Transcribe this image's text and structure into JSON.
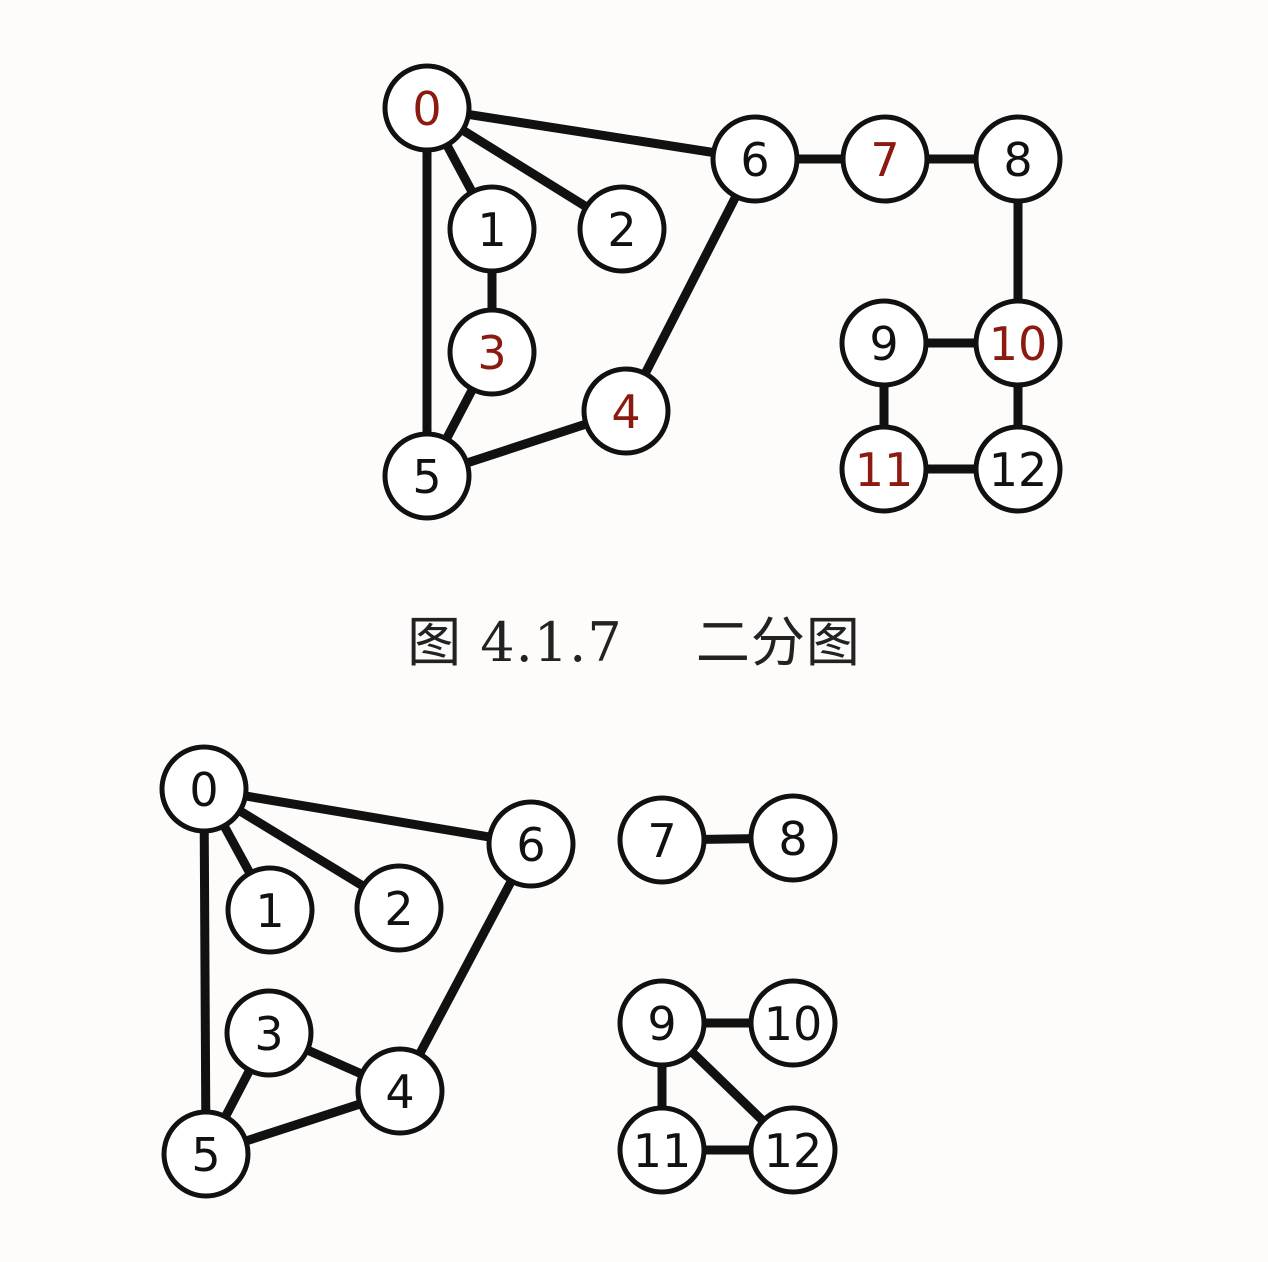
{
  "figures": [
    {
      "id": "bipartite",
      "nodes": [
        {
          "id": 0,
          "label": "0",
          "color": "#8b1a10"
        },
        {
          "id": 1,
          "label": "1",
          "color": "#111111"
        },
        {
          "id": 2,
          "label": "2",
          "color": "#111111"
        },
        {
          "id": 3,
          "label": "3",
          "color": "#8b1a10"
        },
        {
          "id": 4,
          "label": "4",
          "color": "#8b1a10"
        },
        {
          "id": 5,
          "label": "5",
          "color": "#111111"
        },
        {
          "id": 6,
          "label": "6",
          "color": "#111111"
        },
        {
          "id": 7,
          "label": "7",
          "color": "#8b1a10"
        },
        {
          "id": 8,
          "label": "8",
          "color": "#111111"
        },
        {
          "id": 9,
          "label": "9",
          "color": "#111111"
        },
        {
          "id": 10,
          "label": "10",
          "color": "#8b1a10"
        },
        {
          "id": 11,
          "label": "11",
          "color": "#8b1a10"
        },
        {
          "id": 12,
          "label": "12",
          "color": "#111111"
        }
      ],
      "edges": [
        [
          0,
          6
        ],
        [
          0,
          1
        ],
        [
          0,
          2
        ],
        [
          0,
          5
        ],
        [
          1,
          3
        ],
        [
          3,
          5
        ],
        [
          5,
          4
        ],
        [
          4,
          6
        ],
        [
          6,
          7
        ],
        [
          7,
          8
        ],
        [
          8,
          10
        ],
        [
          9,
          10
        ],
        [
          9,
          11
        ],
        [
          11,
          12
        ],
        [
          10,
          12
        ]
      ]
    },
    {
      "id": "general",
      "nodes": [
        {
          "id": 0,
          "label": "0",
          "color": "#111111"
        },
        {
          "id": 1,
          "label": "1",
          "color": "#111111"
        },
        {
          "id": 2,
          "label": "2",
          "color": "#111111"
        },
        {
          "id": 3,
          "label": "3",
          "color": "#111111"
        },
        {
          "id": 4,
          "label": "4",
          "color": "#111111"
        },
        {
          "id": 5,
          "label": "5",
          "color": "#111111"
        },
        {
          "id": 6,
          "label": "6",
          "color": "#111111"
        },
        {
          "id": 7,
          "label": "7",
          "color": "#111111"
        },
        {
          "id": 8,
          "label": "8",
          "color": "#111111"
        },
        {
          "id": 9,
          "label": "9",
          "color": "#111111"
        },
        {
          "id": 10,
          "label": "10",
          "color": "#111111"
        },
        {
          "id": 11,
          "label": "11",
          "color": "#111111"
        },
        {
          "id": 12,
          "label": "12",
          "color": "#111111"
        }
      ],
      "edges": [
        [
          0,
          6
        ],
        [
          0,
          1
        ],
        [
          0,
          2
        ],
        [
          0,
          5
        ],
        [
          3,
          5
        ],
        [
          3,
          4
        ],
        [
          5,
          4
        ],
        [
          4,
          6
        ],
        [
          7,
          8
        ],
        [
          9,
          10
        ],
        [
          9,
          11
        ],
        [
          9,
          12
        ],
        [
          11,
          12
        ]
      ]
    }
  ],
  "caption": "图 4.1.7　 二分图"
}
